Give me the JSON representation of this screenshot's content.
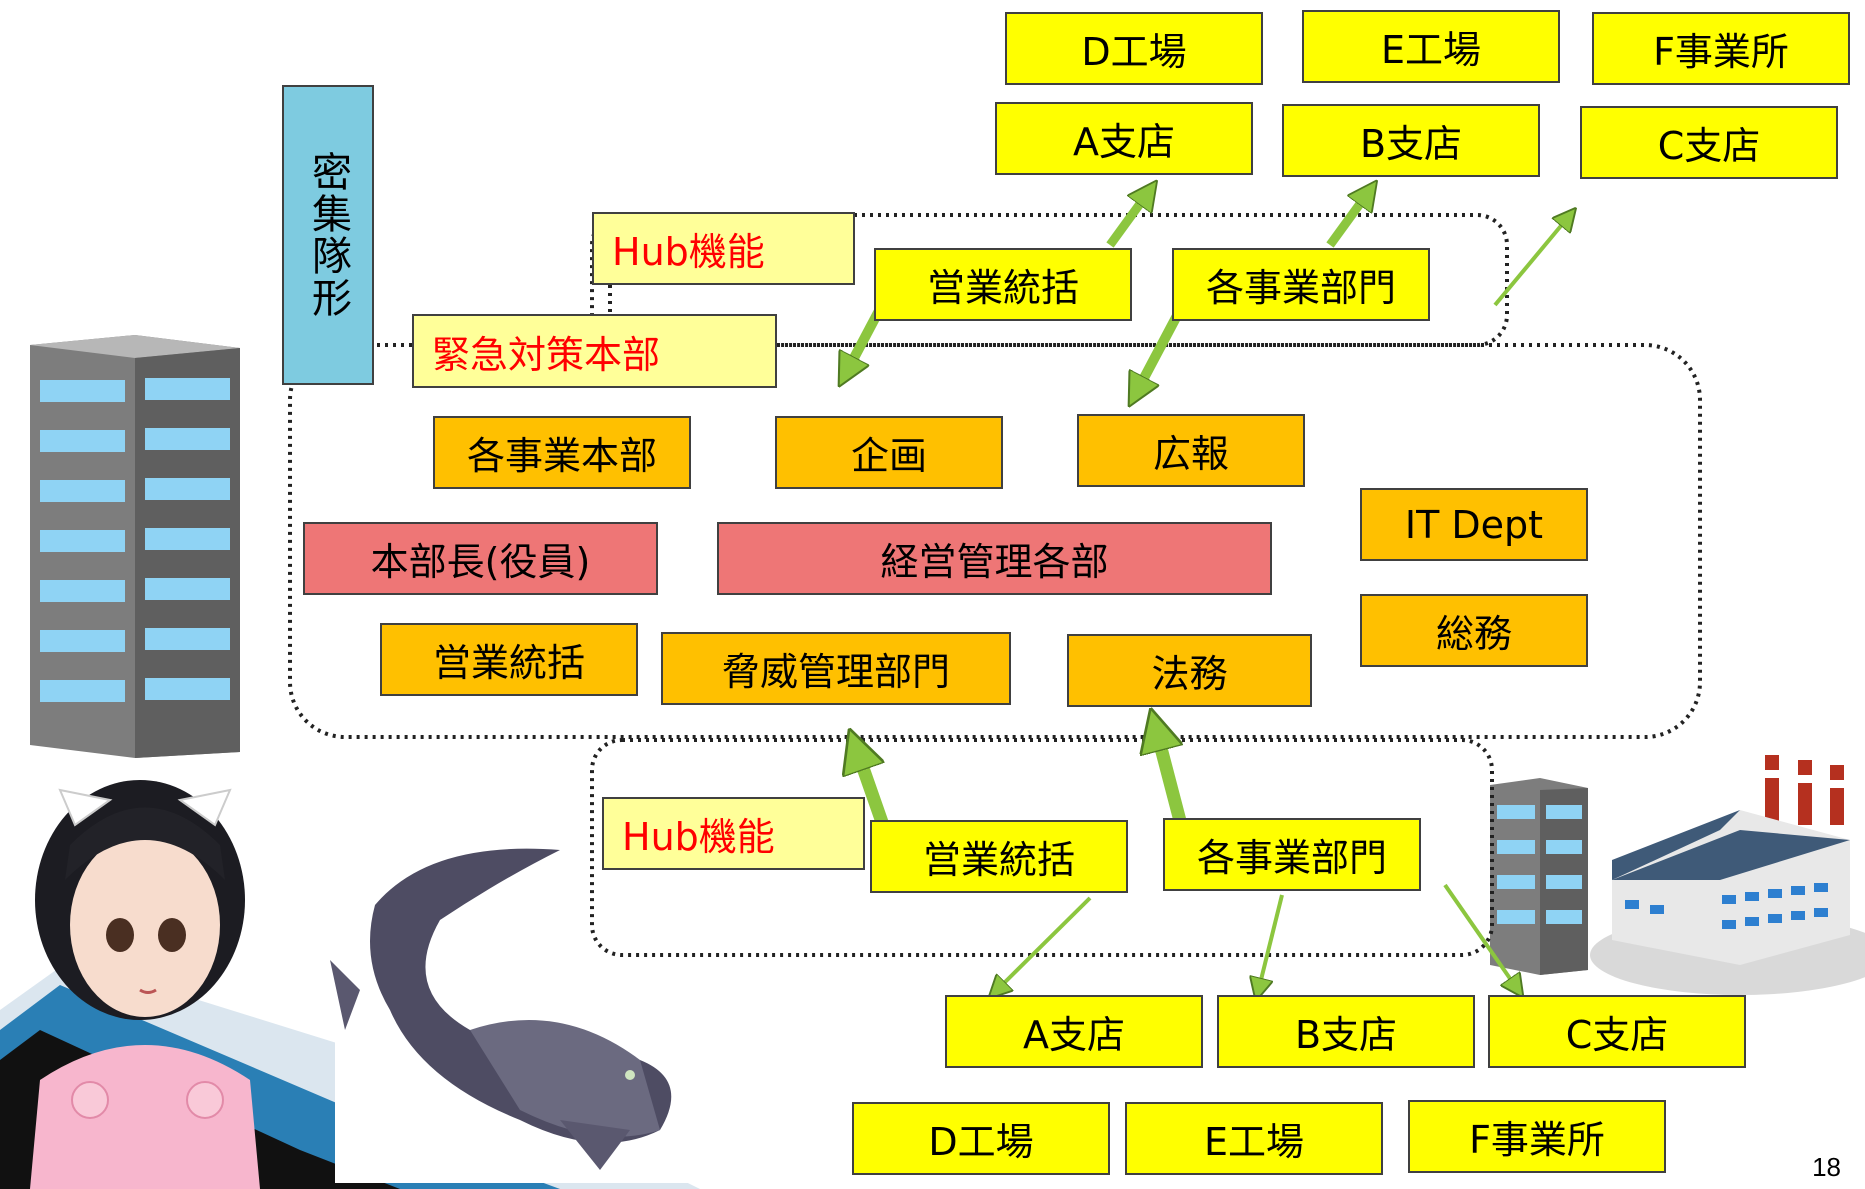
{
  "top_branches": {
    "row1": [
      "D工場",
      "E工場",
      "F事業所"
    ],
    "row2": [
      "A支店",
      "B支店",
      "C支店"
    ]
  },
  "vertical_label": "密集隊形",
  "hub_top": {
    "hub_label": "Hub機能",
    "emergency_label": "緊急対策本部",
    "sales": "営業統括",
    "divisions": "各事業部門"
  },
  "hq": {
    "business_hq": "各事業本部",
    "planning": "企画",
    "pr": "広報",
    "it": "IT Dept",
    "director": "本部長(役員)",
    "management": "経営管理各部",
    "general_affairs": "総務",
    "sales": "営業統括",
    "threat": "脅威管理部門",
    "legal": "法務"
  },
  "hub_bottom": {
    "hub_label": "Hub機能",
    "sales": "営業統括",
    "divisions": "各事業部門"
  },
  "bottom_branches": {
    "row1": [
      "A支店",
      "B支店",
      "C支店"
    ],
    "row2": [
      "D工場",
      "E工場",
      "F事業所"
    ]
  },
  "page_number": "18",
  "colors": {
    "yellow": "#ffff00",
    "orange": "#ffc000",
    "pink": "#ee7676",
    "pale_yellow": "#ffff99",
    "vertical_blue": "#7ecbe0",
    "arrow_green": "#8cc63f",
    "hub_text_red": "#ff0000"
  }
}
